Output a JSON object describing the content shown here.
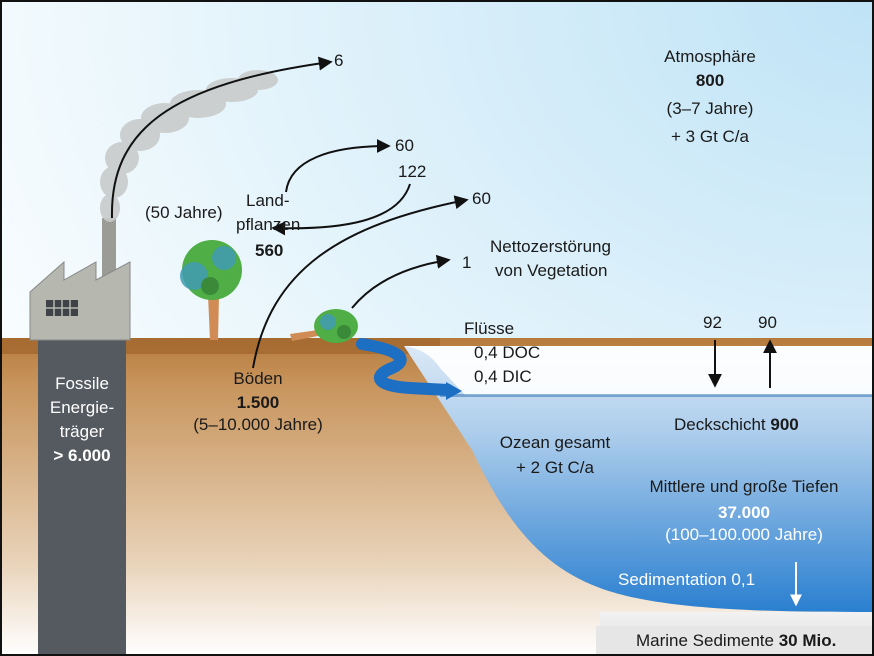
{
  "atmosphere": {
    "label": "Atmosphäre",
    "stock": "800",
    "residence": "(3–7 Jahre)",
    "change": "+ 3 Gt C/a"
  },
  "fluxes": {
    "fossil_emission": "6",
    "plants_to_atm": "60",
    "atm_to_plants": "122",
    "soil_to_atm": "60",
    "deforestation_value": "1",
    "deforestation_label_1": "Nettozerstörung",
    "deforestation_label_2": "von Vegetation",
    "ocean_down": "92",
    "ocean_up": "90"
  },
  "plants": {
    "residence": "(50 Jahre)",
    "label_1": "Land-",
    "label_2": "pflanzen",
    "stock": "560"
  },
  "rivers": {
    "label": "Flüsse",
    "doc": "0,4 DOC",
    "dic": "0,4 DIC"
  },
  "soils": {
    "label": "Böden",
    "stock": "1.500",
    "residence": "(5–10.000 Jahre)"
  },
  "fossil": {
    "label_1": "Fossile",
    "label_2": "Energie-",
    "label_3": "träger",
    "stock": "> 6.000"
  },
  "ocean": {
    "total_label": "Ozean gesamt",
    "total_change": "+ 2 Gt C/a",
    "surface_label": "Deckschicht",
    "surface_stock": "900",
    "deep_label": "Mittlere und große Tiefen",
    "deep_stock": "37.000",
    "deep_residence": "(100–100.000 Jahre)",
    "sedimentation": "Sedimentation 0,1"
  },
  "sediments": {
    "label": "Marine Sedimente",
    "stock": "30 Mio."
  },
  "colors": {
    "sky_top": "#bfe3f6",
    "soil": "#c8945a",
    "soil_surface": "#a3682e",
    "ocean_surface": "#d6e6f5",
    "ocean_deep": "#2a7fd0",
    "river": "#1d6fc4",
    "fossil_column": "#555a60",
    "factory": "#b6b8b0",
    "smoke": "#c9cbcb",
    "tree_green": "#4fae45",
    "trunk": "#d18b54"
  }
}
